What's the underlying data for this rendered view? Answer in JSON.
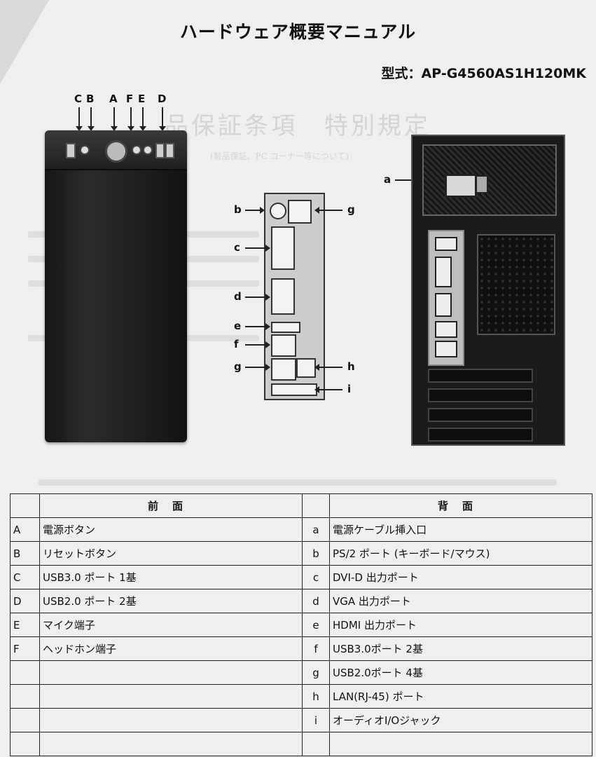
{
  "title": "ハードウェア概要マニュアル",
  "model": "型式：AP-G4560AS1H120MK",
  "background_text": {
    "heading": "品保証条項　特別規定",
    "subheading": "(製品保証、PC コーナー等について)"
  },
  "front_labels": [
    "C",
    "B",
    "A",
    "F",
    "E",
    "D"
  ],
  "io_labels": {
    "b": "b",
    "c": "c",
    "d": "d",
    "e": "e",
    "f": "f",
    "g_left": "g",
    "g_right": "g",
    "h": "h",
    "i": "i"
  },
  "back_label_a": "a",
  "table": {
    "front_header": "前面",
    "back_header": "背面",
    "rows": [
      {
        "fk": "A",
        "fv": "電源ボタン",
        "bk": "a",
        "bv": "電源ケーブル挿入口"
      },
      {
        "fk": "B",
        "fv": "リセットボタン",
        "bk": "b",
        "bv": "PS/2 ポート (キーボード/マウス)"
      },
      {
        "fk": "C",
        "fv": "USB3.0 ポート 1基",
        "bk": "c",
        "bv": "DVI-D 出力ポート"
      },
      {
        "fk": "D",
        "fv": "USB2.0 ポート 2基",
        "bk": "d",
        "bv": "VGA 出力ポート"
      },
      {
        "fk": "E",
        "fv": "マイク端子",
        "bk": "e",
        "bv": "HDMI 出力ポート"
      },
      {
        "fk": "F",
        "fv": "ヘッドホン端子",
        "bk": "f",
        "bv": "USB3.0ポート 2基"
      },
      {
        "fk": "",
        "fv": "",
        "bk": "g",
        "bv": "USB2.0ポート 4基"
      },
      {
        "fk": "",
        "fv": "",
        "bk": "h",
        "bv": "LAN(RJ-45) ポート"
      },
      {
        "fk": "",
        "fv": "",
        "bk": "i",
        "bv": "オーディオI/Oジャック"
      },
      {
        "fk": "",
        "fv": "",
        "bk": "",
        "bv": ""
      }
    ]
  }
}
